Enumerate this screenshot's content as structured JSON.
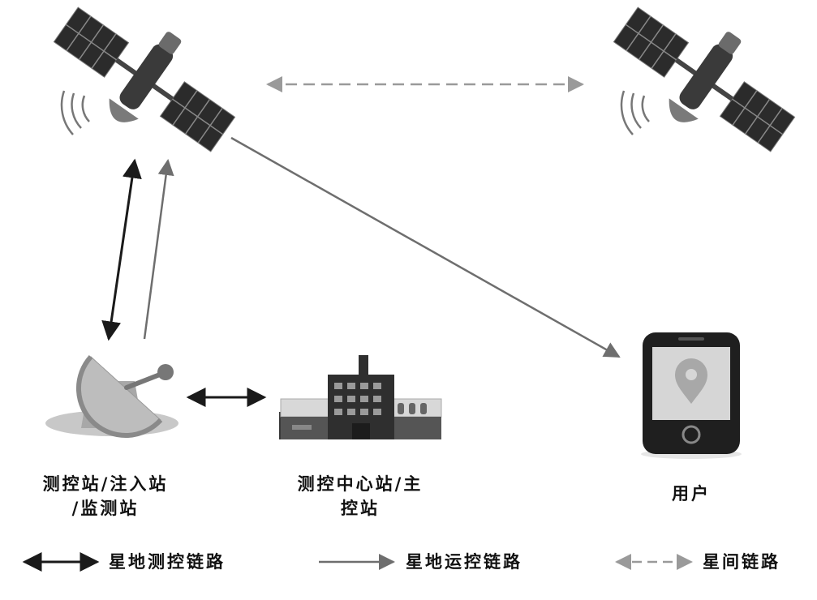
{
  "nodes": {
    "ground_station": {
      "line1": "测控站/注入站",
      "line2": "/监测站"
    },
    "control_center": {
      "line1": "测控中心站/主",
      "line2": "控站"
    },
    "user": {
      "label": "用户"
    }
  },
  "legend": {
    "ttc_link": "星地测控链路",
    "ops_link": "星地运控链路",
    "isl_link": "星间链路"
  },
  "colors": {
    "ttc_link": "#1a1a1a",
    "ops_link": "#6e6e6e",
    "isl_link": "#9a9a9a",
    "panel": "#2b2b2b",
    "body": "#3a3a3a"
  }
}
